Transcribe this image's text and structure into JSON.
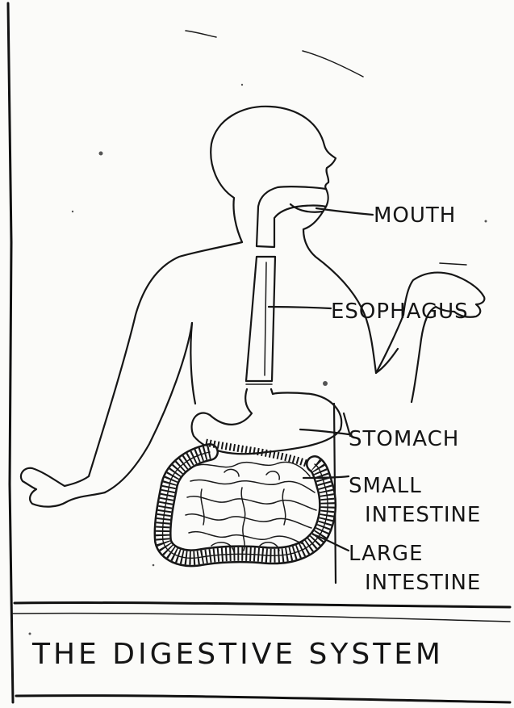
{
  "labels": {
    "mouth": "MOUTH",
    "esophagus": "ESOPHAGUS",
    "stomach": "STOMACH",
    "small_intestine_line1": "SMALL",
    "small_intestine_line2": "INTESTINE",
    "large_intestine_line1": "LARGE",
    "large_intestine_line2": "INTESTINE"
  },
  "caption": "THE DIGESTIVE SYSTEM",
  "colors": {
    "ink": "#161616",
    "paper": "#fbfbf9"
  }
}
